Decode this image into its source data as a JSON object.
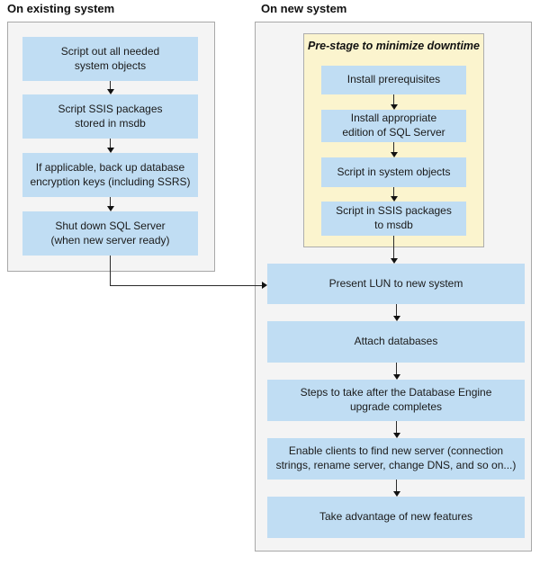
{
  "left": {
    "header": "On existing system",
    "steps": [
      "Script out all needed\nsystem objects",
      "Script SSIS packages\nstored in msdb",
      "If applicable, back up database\nencryption keys (including SSRS)",
      "Shut down SQL Server\n(when new server ready)"
    ]
  },
  "right": {
    "header": "On new system",
    "prestage": {
      "title": "Pre-stage to minimize downtime",
      "steps": [
        "Install prerequisites",
        "Install appropriate\nedition of SQL Server",
        "Script in system objects",
        "Script in SSIS packages\nto msdb"
      ]
    },
    "steps": [
      "Present LUN to new system",
      "Attach databases",
      "Steps to take after the Database Engine\nupgrade completes",
      "Enable clients to find new server (connection\nstrings, rename server, change DNS, and so on...)",
      "Take advantage of new features"
    ]
  },
  "colors": {
    "node_fill": "#c0ddf3",
    "prestage_fill": "#fbf4ce",
    "panel_fill": "#f4f4f4",
    "panel_border": "#a8a8a8",
    "arrow": "#1a1a1a",
    "text": "#1a1a1a"
  }
}
